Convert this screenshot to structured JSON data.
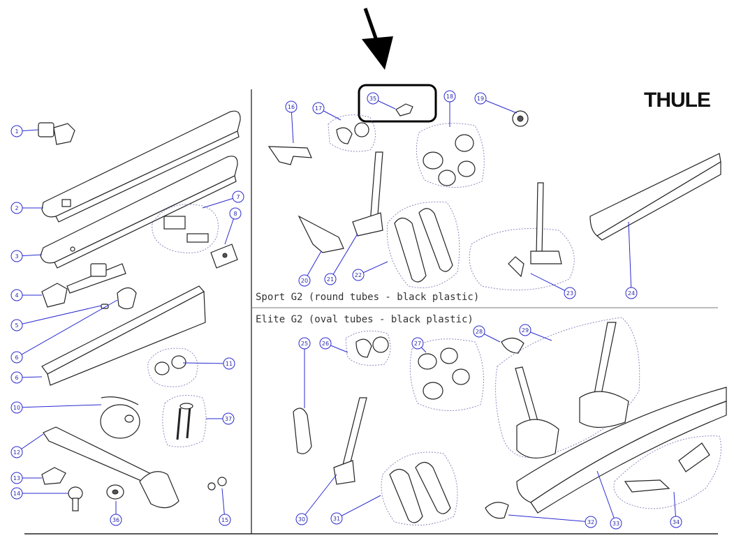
{
  "brand": {
    "logo_text": "THULE"
  },
  "sections": {
    "sport": {
      "caption": "Sport G2 (round tubes - black plastic)"
    },
    "elite": {
      "caption": "Elite G2 (oval tubes - black plastic)"
    }
  },
  "highlight": {
    "part_number": "35",
    "arrow": "down-arrow-icon"
  },
  "callouts": [
    "1",
    "2",
    "3",
    "4",
    "5",
    "6",
    "6",
    "7",
    "8",
    "10",
    "11",
    "12",
    "13",
    "14",
    "15",
    "16",
    "17",
    "18",
    "19",
    "20",
    "21",
    "22",
    "23",
    "24",
    "25",
    "26",
    "27",
    "28",
    "29",
    "30",
    "31",
    "32",
    "33",
    "34",
    "35",
    "36",
    "37"
  ],
  "colors": {
    "callout": "#2a2ad0",
    "outline": "#222222",
    "highlight_box": "#000000"
  }
}
